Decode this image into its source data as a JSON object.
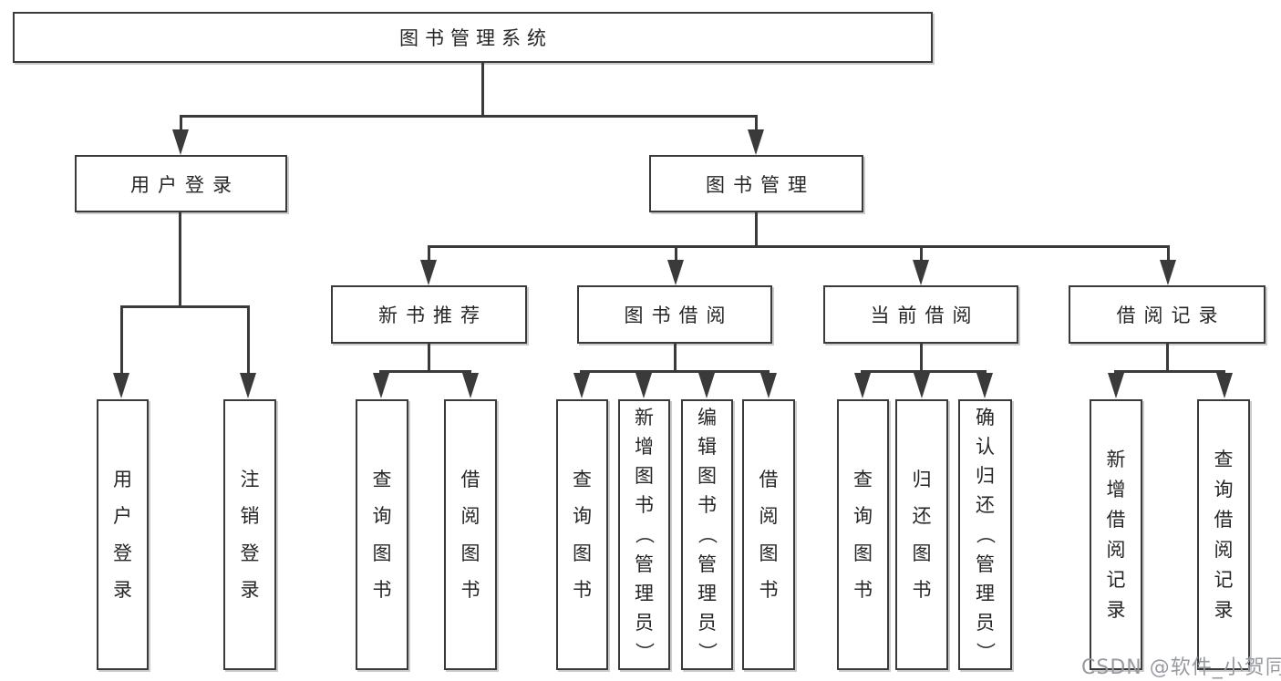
{
  "palette": {
    "line": "#3a3a3a",
    "text": "#262626",
    "box_fill": "#ffffff",
    "background": "#ffffff",
    "watermark": "#989aa2"
  },
  "tree": {
    "root": {
      "label": "图书管理系统"
    },
    "branches": [
      {
        "label": "用户登录",
        "children": [
          {
            "label": "用户登录"
          },
          {
            "label": "注销登录"
          }
        ]
      },
      {
        "label": "图书管理",
        "sections": [
          {
            "label": "新书推荐",
            "children": [
              {
                "label": "查询图书"
              },
              {
                "label": "借阅图书"
              }
            ]
          },
          {
            "label": "图书借阅",
            "children": [
              {
                "label": "查询图书"
              },
              {
                "label": "新增图书（管理员）"
              },
              {
                "label": "编辑图书（管理员）"
              },
              {
                "label": "借阅图书"
              }
            ]
          },
          {
            "label": "当前借阅",
            "children": [
              {
                "label": "查询图书"
              },
              {
                "label": "归还图书"
              },
              {
                "label": "确认归还（管理员）"
              }
            ]
          },
          {
            "label": "借阅记录",
            "children": [
              {
                "label": "新增借阅记录"
              },
              {
                "label": "查询借阅记录"
              }
            ]
          }
        ]
      }
    ]
  },
  "watermark": {
    "text": "CSDN @软件_小贺同学"
  }
}
